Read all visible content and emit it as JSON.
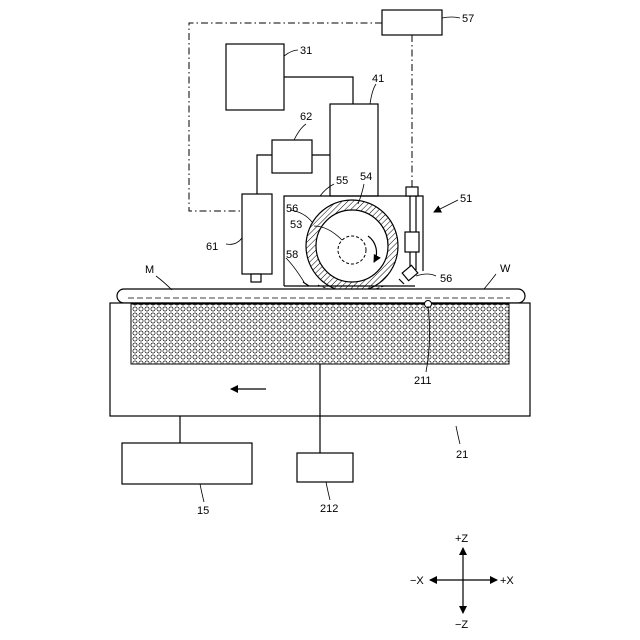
{
  "labels": {
    "controller": "57",
    "box_31": "31",
    "box_41": "41",
    "box_62": "62",
    "box_61": "61",
    "head_55": "55",
    "wheel_54": "54",
    "head_51": "51",
    "part_56_upper": "56",
    "axis_53": "53",
    "part_58": "58",
    "part_56_lower": "56",
    "substrate_m": "M",
    "workpiece_w": "W",
    "sensor_211": "211",
    "stage_21": "21",
    "box_15": "15",
    "box_212": "212"
  },
  "axes": {
    "plus_z": "+Z",
    "minus_z": "−Z",
    "plus_x": "+X",
    "minus_x": "−X"
  },
  "icons": {
    "stage_direction": "arrow-left-icon",
    "wheel_rotation": "rotation-arrow-icon"
  }
}
